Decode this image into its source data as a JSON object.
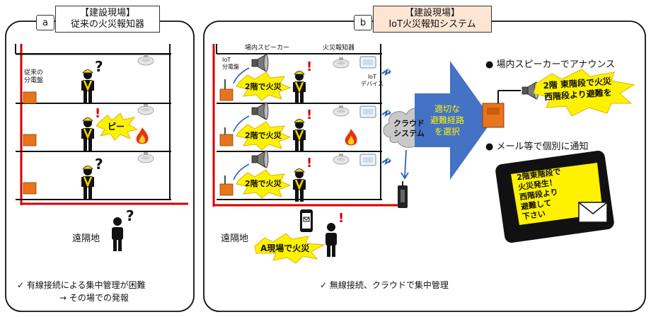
{
  "panel_a": {
    "tag": "a",
    "title_line1": "【建設現場】",
    "title_line2": "従来の火災報知器",
    "panel_label": "従来の\n分電盤",
    "alarm_sound": "ピー",
    "remote_label": "遠隔地",
    "note_line1": "✓  有線接続による集中管理が困難",
    "note_line2": "→ その場での発報"
  },
  "panel_b": {
    "tag": "b",
    "title_line1": "【建設現場】",
    "title_line2": "IoT火災報知システム",
    "speaker_header": "場内スピーカー",
    "alarm_header": "火災報知器",
    "iot_panel_label": "IoT\n分電盤",
    "iot_device_label": "IoT\nデバイス",
    "floor_bubble": "2階で火災",
    "cloud_label": "クラウド\nシステム",
    "arrow_text": "適切な\n避難経路\nを選択",
    "remote_label": "遠隔地",
    "remote_bubble": "A現場で火災",
    "bullet1": "●  場内スピーカーでアナウンス",
    "announce_bubble": "2階 東階段で火災\n西階段より避難を",
    "bullet2": "●  メール等で個別に通知",
    "tablet_text": "2階東階段で\n火災発生！\n西階段より\n避難して\n下さい",
    "note": "✓  無線接続、クラウドで集中管理"
  },
  "colors": {
    "red": "#d40000",
    "orange": "#e8741c",
    "arrow_blue": "#4472c4",
    "yellow": "#fff200",
    "title_b_bg": "#fde4d3"
  }
}
